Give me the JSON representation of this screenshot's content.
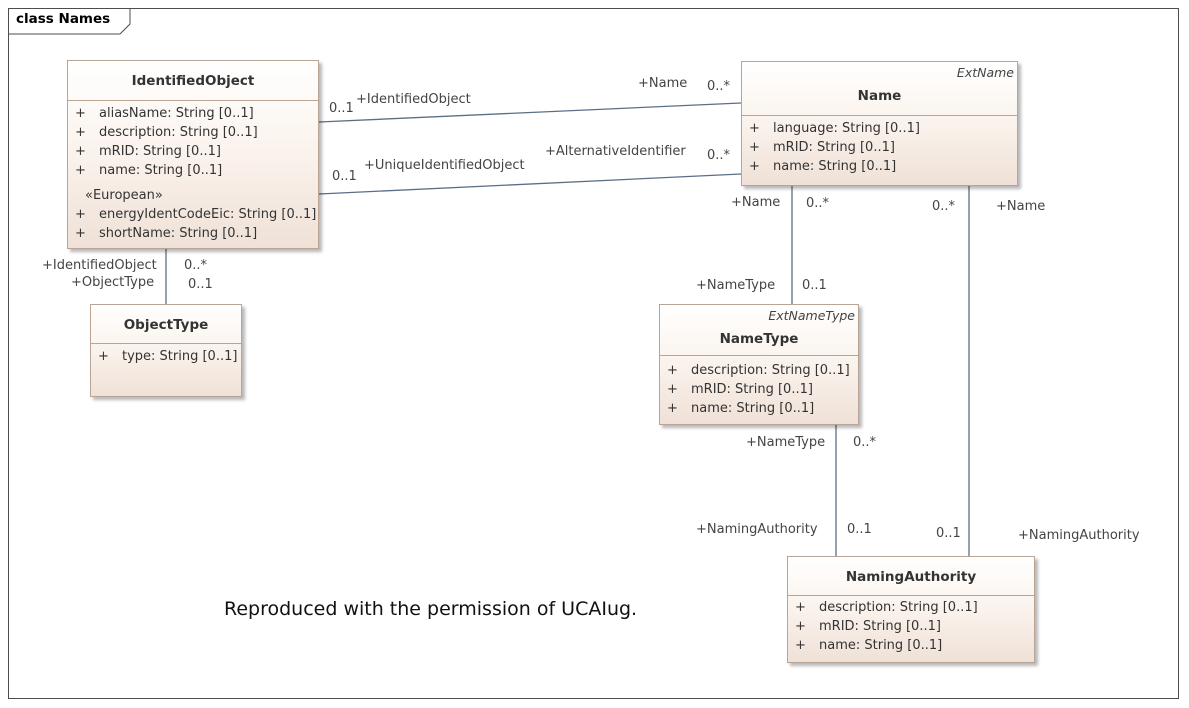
{
  "diagram": {
    "kind": "class",
    "title": "Names"
  },
  "classes": {
    "identified_object": {
      "name": "IdentifiedObject",
      "attributes": [
        {
          "vis": "+",
          "text": "aliasName: String [0..1]"
        },
        {
          "vis": "+",
          "text": "description: String [0..1]"
        },
        {
          "vis": "+",
          "text": "mRID: String [0..1]"
        },
        {
          "vis": "+",
          "text": "name: String [0..1]"
        }
      ],
      "stereotype_group": "«European»",
      "european_attributes": [
        {
          "vis": "+",
          "text": "energyIdentCodeEic: String [0..1]"
        },
        {
          "vis": "+",
          "text": "shortName: String [0..1]"
        }
      ]
    },
    "name": {
      "stereotype": "ExtName",
      "name": "Name",
      "attributes": [
        {
          "vis": "+",
          "text": "language: String [0..1]"
        },
        {
          "vis": "+",
          "text": "mRID: String [0..1]"
        },
        {
          "vis": "+",
          "text": "name: String [0..1]"
        }
      ]
    },
    "object_type": {
      "name": "ObjectType",
      "attributes": [
        {
          "vis": "+",
          "text": "type: String [0..1]"
        }
      ]
    },
    "name_type": {
      "stereotype": "ExtNameType",
      "name": "NameType",
      "attributes": [
        {
          "vis": "+",
          "text": "description: String [0..1]"
        },
        {
          "vis": "+",
          "text": "mRID: String [0..1]"
        },
        {
          "vis": "+",
          "text": "name: String [0..1]"
        }
      ]
    },
    "naming_authority": {
      "name": "NamingAuthority",
      "attributes": [
        {
          "vis": "+",
          "text": "description: String [0..1]"
        },
        {
          "vis": "+",
          "text": "mRID: String [0..1]"
        },
        {
          "vis": "+",
          "text": "name: String [0..1]"
        }
      ]
    }
  },
  "associations": {
    "io_name": {
      "role_a": "+IdentifiedObject",
      "mult_a": "0..1",
      "role_b": "+Name",
      "mult_b": "0..*"
    },
    "io_altid": {
      "role_a": "+UniqueIdentifiedObject",
      "mult_a": "0..1",
      "role_b": "+AlternativeIdentifier",
      "mult_b": "0..*"
    },
    "io_objecttype": {
      "role_a": "+IdentifiedObject",
      "mult_a": "0..*",
      "role_b": "+ObjectType",
      "mult_b": "0..1"
    },
    "name_nametype": {
      "role_a": "+Name",
      "mult_a": "0..*",
      "role_b": "+NameType",
      "mult_b": "0..1"
    },
    "nametype_authority": {
      "role_a": "+NameType",
      "mult_a": "0..*",
      "role_b": "+NamingAuthority",
      "mult_b": "0..1"
    },
    "name_authority": {
      "role_a": "+Name",
      "mult_a": "0..*",
      "role_b": "+NamingAuthority",
      "mult_b": "0..1"
    }
  },
  "note": "Reproduced with the permission of UCAIug."
}
